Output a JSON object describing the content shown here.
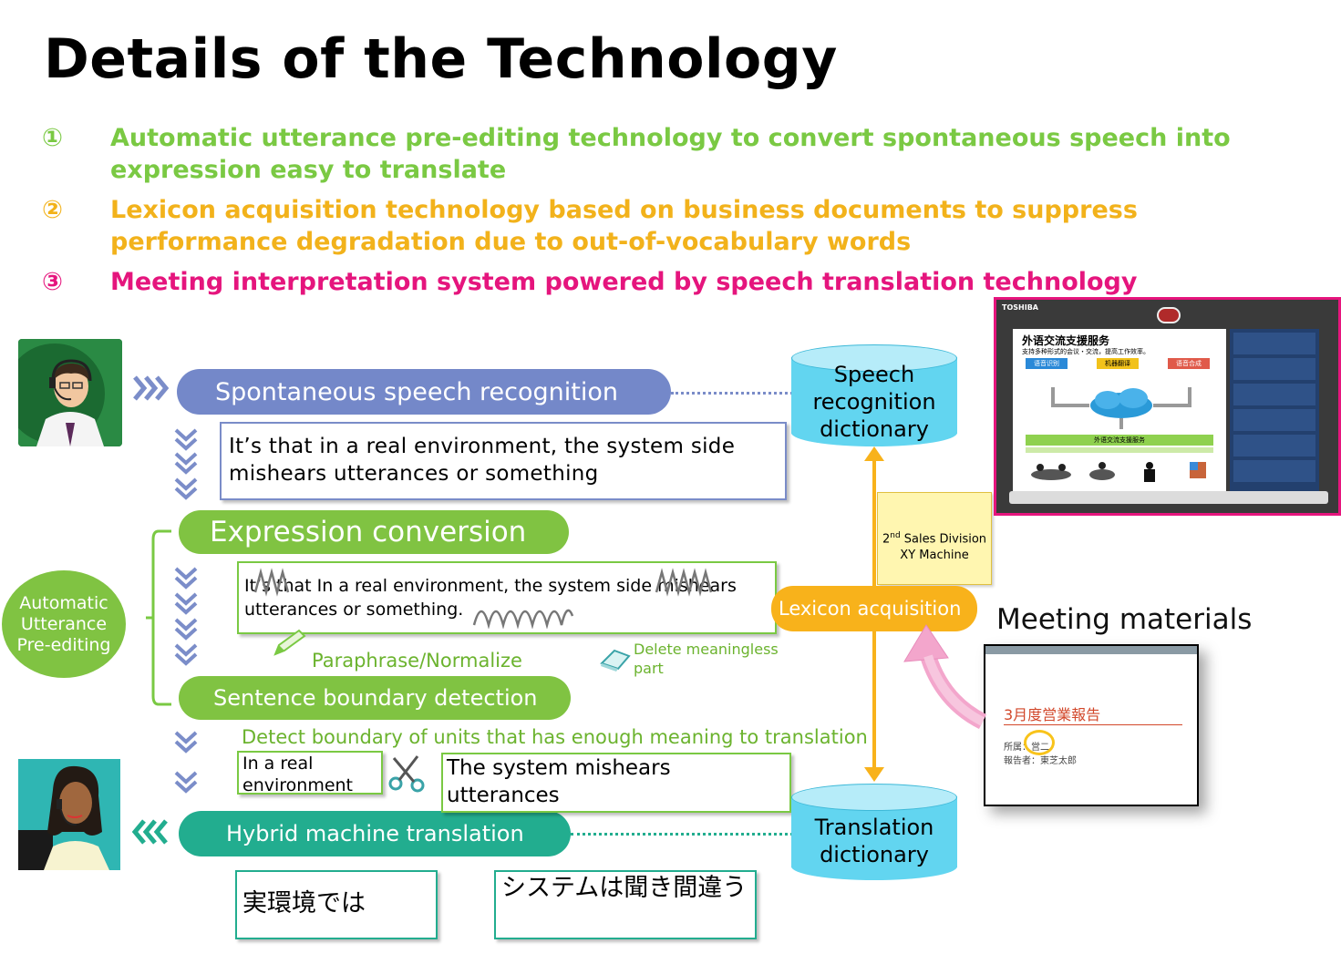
{
  "title": "Details of the Technology",
  "points": [
    {
      "num": "①",
      "text": "Automatic utterance pre-editing technology to convert spontaneous speech into expression easy to translate",
      "color": "#7ac943"
    },
    {
      "num": "②",
      "text": "Lexicon acquisition technology based on business documents to suppress performance degradation due to out-of-vocabulary words",
      "color": "#f2b21b"
    },
    {
      "num": "③",
      "text": "Meeting interpretation system powered by speech translation technology",
      "color": "#e5157d"
    }
  ],
  "flow": {
    "speech_recognition": "Spontaneous speech recognition",
    "recognized_text": "It’s that in a real environment, the system side mishears utterances or something",
    "expression_conversion": "Expression conversion",
    "converted_text": "It’s that In a real environment, the system side mishears utterances or something.",
    "paraphrase": "Paraphrase/Normalize",
    "delete_note": "Delete meaningless part",
    "sentence_boundary": "Sentence boundary detection",
    "boundary_note": "Detect boundary of units that has enough meaning to translation",
    "segment1": "In a real environment",
    "segment2": "The system mishears utterances",
    "hybrid_mt": "Hybrid machine translation",
    "jp1": "実環境では",
    "jp2": "システムは聞き間違う",
    "pre_editing": "Automatic Utterance Pre-editing"
  },
  "right": {
    "speech_dict": "Speech recognition dictionary",
    "translation_dict": "Translation dictionary",
    "lexicon": "Lexicon acquisition",
    "scroll_line1_sup": "nd",
    "scroll_line1_pre": "2",
    "scroll_line1_post": " Sales Division",
    "scroll_line2": "XY Machine",
    "meeting_materials": "Meeting materials",
    "doc_title": "3月度営業報告",
    "doc_line1": "所属：営二",
    "doc_line2": "報告者：東芝太郎"
  },
  "screenshot": {
    "brand": "TOSHIBA",
    "app_title": "外语交流支援服务",
    "app_subtitle": "支持多种形式的会议・交流，提高工作效率。",
    "tab1": "语音识别",
    "tab2": "机器翻译",
    "tab3": "语音合成",
    "service_bar": "外语交流支援服务"
  },
  "colors": {
    "blue": "#7488c9",
    "green": "#80c342",
    "teal": "#22ad8f",
    "orange": "#f8b21b",
    "cyan": "#62d5f0",
    "pink": "#e6157d"
  }
}
